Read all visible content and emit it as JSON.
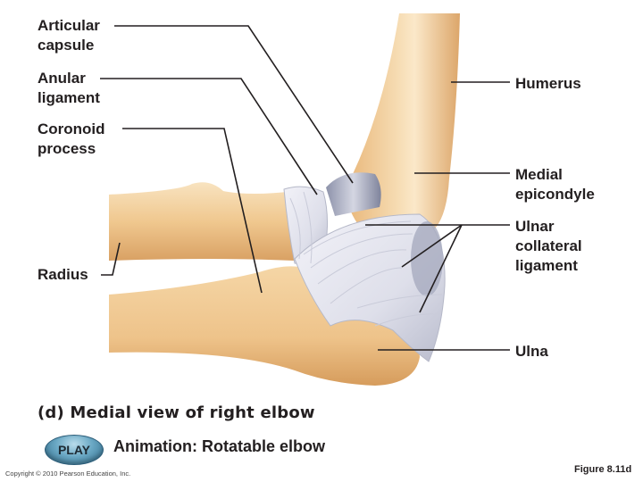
{
  "labels": {
    "articular_capsule": "Articular\ncapsule",
    "anular_ligament": "Anular\nligament",
    "coronoid_process": "Coronoid\nprocess",
    "radius": "Radius",
    "humerus": "Humerus",
    "medial_epicondyle": "Medial\nepicondyle",
    "ulnar_collateral_ligament": "Ulnar\ncollateral\nligament",
    "ulna": "Ulna"
  },
  "caption": "(d) Medial view of right elbow",
  "play_button": {
    "label": "PLAY"
  },
  "animation_label": "Animation: Rotatable elbow",
  "copyright": "Copyright © 2010 Pearson Education, Inc.",
  "figure_number": "Figure 8.11d",
  "colors": {
    "bone": "#f2c98f",
    "bone_shadow": "#d9a467",
    "ligament": "#e4e4ee",
    "ligament_shadow": "#9a9db2",
    "leader_line": "#231f20",
    "play_button": "#5f9fbd"
  }
}
